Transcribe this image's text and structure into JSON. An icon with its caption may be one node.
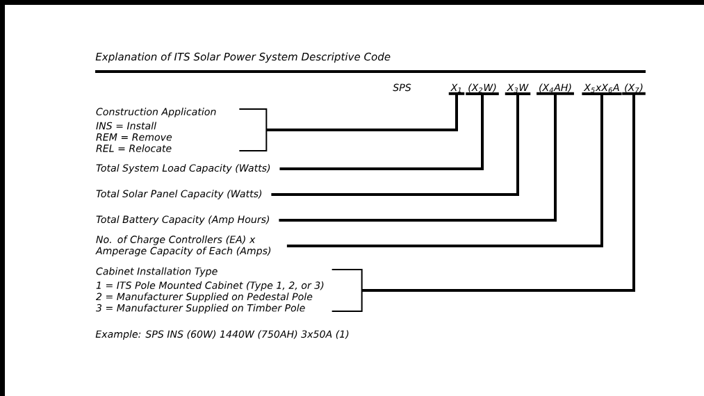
{
  "diagram": {
    "title": "Explanation of ITS Solar Power System Descriptive Code",
    "nodes": [
      {
        "text": [
          "Construction Application",
          "INS = Install",
          "REM = Remove",
          "REL = Relocate"
        ]
      },
      {
        "text": [
          "Total System Load Capacity (Watts)"
        ]
      },
      {
        "text": [
          "Total Solar Panel Capacity (Watts)"
        ]
      },
      {
        "text": [
          "Total Battery Capacity (Amp Hours)"
        ]
      },
      {
        "text": [
          "No. of Charge Controllers (EA) x Amperage Capacity of Each (Amps)"
        ]
      },
      {
        "text": [
          "Cabinet Installation Type",
          "1 = ITS Pole Mounted Cabinet (Type 1, 2, or 3)",
          "2 = Manufacturer Supplied on Pedestal Pole",
          "3 = Manufacturer Supplied on Timber Pole"
        ]
      },
      {
        "text": [
          "X$_{1}$"
        ]
      },
      {
        "text": [
          "(X$_{2}$W)"
        ]
      },
      {
        "text": [
          "X$_{3}$W"
        ]
      },
      {
        "text": [
          "(X$_{4}$AH)"
        ]
      },
      {
        "text": [
          "X$_{5}$xX$_{6}$A"
        ]
      },
      {
        "text": [
          "(X$_{7}$)"
        ]
      }
    ],
    "edges": [
      {
        "from": 0,
        "to": 6,
        "arrow": "none"
      },
      {
        "from": 1,
        "to": 7,
        "arrow": "none"
      },
      {
        "from": 2,
        "to": 8,
        "arrow": "none"
      },
      {
        "from": 3,
        "to": 9,
        "arrow": "none"
      },
      {
        "from": 4,
        "to": 10,
        "arrow": "none"
      },
      {
        "from": 5,
        "to": 11,
        "arrow": "none"
      }
    ],
    "labels": [
      "SPS",
      "Example: SPS INS (60W) 1440W (750AH) 3x50A (1)"
    ]
  }
}
